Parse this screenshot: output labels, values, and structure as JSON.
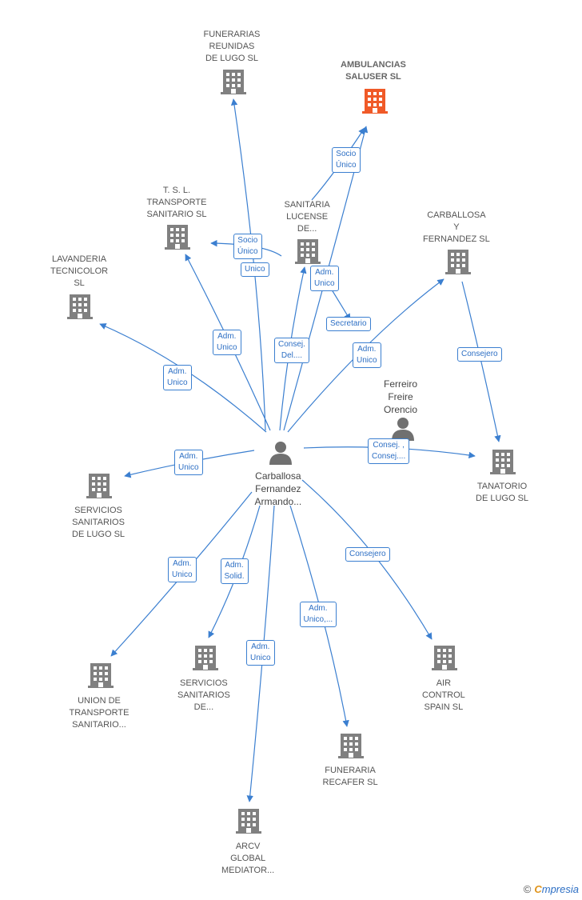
{
  "colors": {
    "edge": "#3b7fd0",
    "node": "#808080",
    "main_node": "#f05a28",
    "person": "#707070"
  },
  "nodes": [
    {
      "id": "funerarias",
      "type": "company",
      "lines": [
        "FUNERARIAS",
        "REUNIDAS",
        "DE LUGO  SL"
      ]
    },
    {
      "id": "ambulancias",
      "type": "company-main",
      "lines": [
        "AMBULANCIAS",
        "SALUSER  SL"
      ]
    },
    {
      "id": "tsl",
      "type": "company",
      "lines": [
        "T.  S.  L.",
        "TRANSPORTE",
        "SANITARIO  SL"
      ]
    },
    {
      "id": "sanitaria",
      "type": "company",
      "lines": [
        "SANITARIA",
        "LUCENSE",
        "DE..."
      ]
    },
    {
      "id": "carballosa_y",
      "type": "company",
      "lines": [
        "CARBALLOSA",
        "Y",
        "FERNANDEZ SL"
      ]
    },
    {
      "id": "lavanderia",
      "type": "company",
      "lines": [
        "LAVANDERIA",
        "TECNICOLOR",
        "SL"
      ]
    },
    {
      "id": "ferreiro",
      "type": "person",
      "lines": [
        "Ferreiro",
        "Freire",
        "Orencio"
      ]
    },
    {
      "id": "carballosa_p",
      "type": "person",
      "lines": [
        "Carballosa",
        "Fernandez",
        "Armando..."
      ]
    },
    {
      "id": "tanatorio",
      "type": "company",
      "lines": [
        "TANATORIO",
        "DE LUGO SL"
      ]
    },
    {
      "id": "servicios1",
      "type": "company",
      "lines": [
        "SERVICIOS",
        "SANITARIOS",
        "DE LUGO SL"
      ]
    },
    {
      "id": "union",
      "type": "company",
      "lines": [
        "UNION DE",
        "TRANSPORTE",
        "SANITARIO..."
      ]
    },
    {
      "id": "servicios2",
      "type": "company",
      "lines": [
        "SERVICIOS",
        "SANITARIOS",
        "DE..."
      ]
    },
    {
      "id": "air",
      "type": "company",
      "lines": [
        "AIR",
        "CONTROL",
        "SPAIN  SL"
      ]
    },
    {
      "id": "recafer",
      "type": "company",
      "lines": [
        "FUNERARIA",
        "RECAFER SL"
      ]
    },
    {
      "id": "arcv",
      "type": "company",
      "lines": [
        "ARCV",
        "GLOBAL",
        "MEDIATOR..."
      ]
    }
  ],
  "edges": [
    {
      "label": [
        "Socio",
        "Único"
      ]
    },
    {
      "label": [
        "Unico"
      ]
    },
    {
      "label": [
        "Socio",
        "Único"
      ]
    },
    {
      "label": [
        "Adm.",
        "Unico"
      ]
    },
    {
      "label": [
        "Consej.",
        "Del...."
      ]
    },
    {
      "label": [
        "Adm.",
        "Unico"
      ]
    },
    {
      "label": [
        "Secretario"
      ]
    },
    {
      "label": [
        "Adm.",
        "Unico"
      ]
    },
    {
      "label": [
        "Adm.",
        "Unico"
      ]
    },
    {
      "label": [
        "Consejero"
      ]
    },
    {
      "label": [
        "Consej. ,",
        "Consej...."
      ]
    },
    {
      "label": [
        "Adm.",
        "Unico"
      ]
    },
    {
      "label": [
        "Adm.",
        "Unico"
      ]
    },
    {
      "label": [
        "Adm.",
        "Solid."
      ]
    },
    {
      "label": [
        "Adm.",
        "Unico"
      ]
    },
    {
      "label": [
        "Adm.",
        "Unico,..."
      ]
    },
    {
      "label": [
        "Consejero"
      ]
    }
  ],
  "footer": {
    "copyright": "©",
    "brand_initial": "C",
    "brand_rest": "mpresia"
  }
}
